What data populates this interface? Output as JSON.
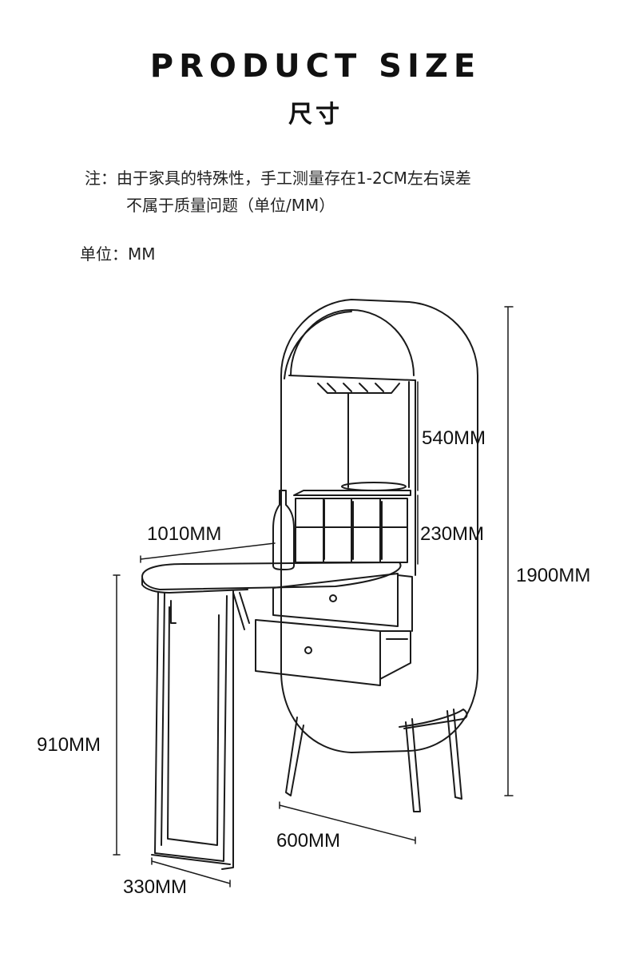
{
  "header": {
    "title_en": "PRODUCT SIZE",
    "title_cn": "尺寸"
  },
  "note": {
    "line1": "注：由于家具的特殊性，手工测量存在1-2CM左右误差",
    "line2": "不属于质量问题（单位/MM）"
  },
  "unit_label": "单位：MM",
  "dimensions": {
    "top_section": "540MM",
    "middle_section": "230MM",
    "total_height": "1900MM",
    "table_length": "1010MM",
    "table_height": "910MM",
    "cabinet_depth": "600MM",
    "table_depth": "330MM"
  }
}
